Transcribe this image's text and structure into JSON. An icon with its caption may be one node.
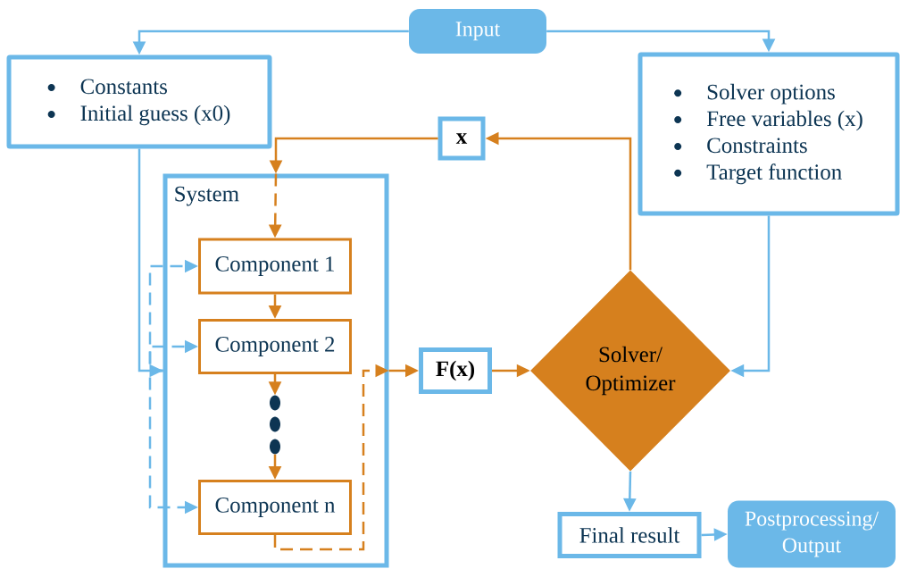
{
  "diagram": {
    "nodes": [
      {
        "text": [
          "Input"
        ]
      },
      {
        "text": [
          "Constants",
          "Initial guess (x0)"
        ]
      },
      {
        "text": [
          "Solver options",
          "Free variables (x)",
          "Constraints",
          "Target function"
        ]
      },
      {
        "text": [
          "x"
        ]
      },
      {
        "text": [
          "System"
        ]
      },
      {
        "text": [
          "Component 1"
        ],
        "in": 4
      },
      {
        "text": [
          "Component 2"
        ],
        "in": 4
      },
      {
        "text": [],
        "shape": "circle",
        "in": 4
      },
      {
        "text": [],
        "shape": "circle",
        "in": 4
      },
      {
        "text": [],
        "shape": "circle",
        "in": 4
      },
      {
        "text": [
          "Component n"
        ],
        "in": 4
      },
      {
        "text": [
          "F(x)"
        ]
      },
      {
        "text": [
          "Solver/ Optimizer"
        ]
      },
      {
        "text": [
          "Final result"
        ]
      },
      {
        "text": [
          "Postprocessing/ Output"
        ]
      }
    ],
    "edges": [
      {
        "from": 0,
        "to": 1,
        "arrow": "to"
      },
      {
        "from": 0,
        "to": 2,
        "arrow": "to"
      },
      {
        "from": 12,
        "to": 3,
        "arrow": "to",
        "color": "#d6801e"
      },
      {
        "from": 3,
        "to": 4,
        "arrow": "to",
        "color": "#d6801e"
      },
      {
        "from": 4,
        "to": 5,
        "arrow": "to",
        "style": "dashed",
        "color": "#d6801e"
      },
      {
        "from": 5,
        "to": 6,
        "arrow": "to",
        "color": "#d6801e"
      },
      {
        "from": 6,
        "to": 7,
        "arrow": "to",
        "color": "#d6801e"
      },
      {
        "from": 9,
        "to": 10,
        "arrow": "to",
        "color": "#d6801e"
      },
      {
        "from": 1,
        "to": 4,
        "arrow": "to"
      },
      {
        "from": 4,
        "to": 5,
        "arrow": "to",
        "style": "dashed"
      },
      {
        "from": 4,
        "to": 6,
        "arrow": "to",
        "style": "dashed"
      },
      {
        "from": 4,
        "to": 10,
        "arrow": "to",
        "style": "dashed"
      },
      {
        "from": 10,
        "to": 4,
        "arrow": "to",
        "style": "dashed",
        "color": "#d6801e"
      },
      {
        "from": 4,
        "to": 11,
        "arrow": "to",
        "color": "#d6801e"
      },
      {
        "from": 11,
        "to": 12,
        "arrow": "to",
        "color": "#d6801e"
      },
      {
        "from": 2,
        "to": 12,
        "arrow": "to"
      },
      {
        "from": 12,
        "to": 13,
        "arrow": "to"
      },
      {
        "from": 13,
        "to": 14,
        "arrow": "to"
      }
    ]
  }
}
